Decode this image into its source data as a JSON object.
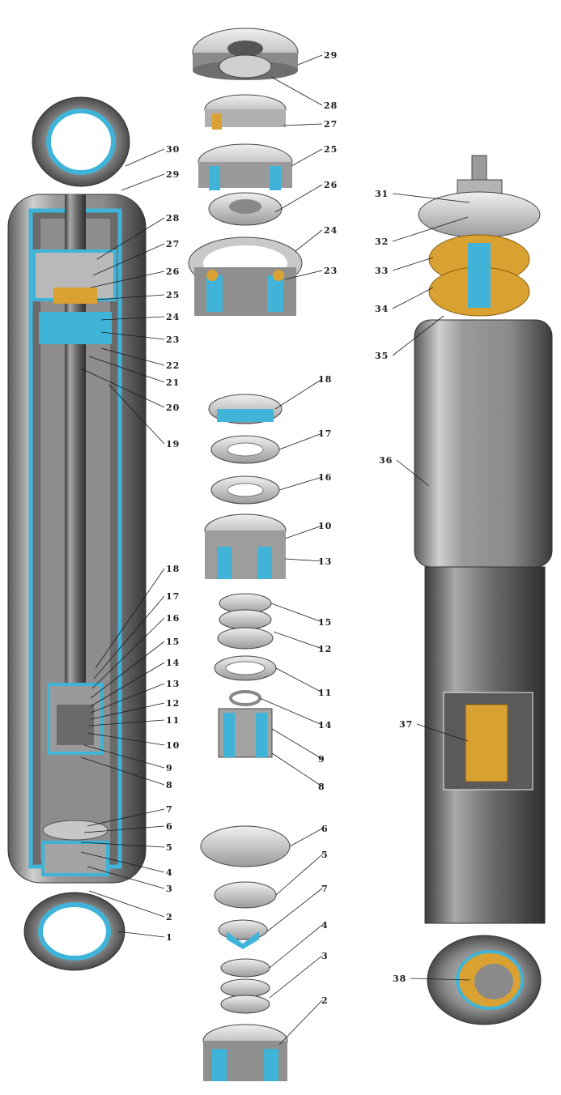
{
  "figure": {
    "left_callouts": [
      "30",
      "29",
      "28",
      "27",
      "26",
      "25",
      "24",
      "23",
      "22",
      "21",
      "20",
      "19",
      "18",
      "17",
      "16",
      "15",
      "14",
      "13",
      "12",
      "11",
      "10",
      "9",
      "8",
      "7",
      "6",
      "5",
      "4",
      "3",
      "2",
      "1"
    ],
    "middle_callouts": [
      "29",
      "28",
      "27",
      "25",
      "26",
      "24",
      "23",
      "18",
      "17",
      "16",
      "10",
      "13",
      "15",
      "12",
      "11",
      "14",
      "9",
      "8",
      "6",
      "5",
      "7",
      "4",
      "3",
      "2"
    ],
    "right_callouts": [
      "31",
      "32",
      "33",
      "34",
      "35",
      "36",
      "37",
      "38"
    ]
  },
  "colors": {
    "metal_dark": "#4a4a4a",
    "metal_light": "#d9d9d9",
    "section_cut": "#3fb4d8",
    "rubber": "#d9a032",
    "ink": "#1a1a1a"
  }
}
